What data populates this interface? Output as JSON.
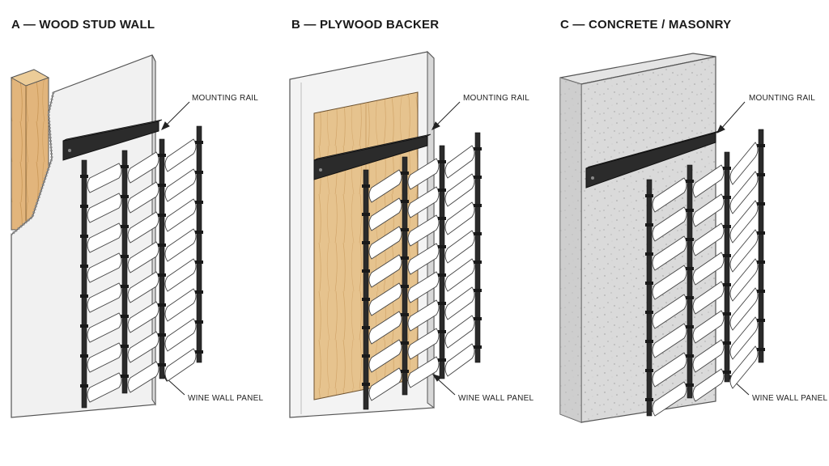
{
  "panels": [
    {
      "title": "A — WOOD STUD WALL",
      "rail_label": "MOUNTING RAIL",
      "panel_label": "WINE WALL PANEL",
      "wall_type": "wood-stud"
    },
    {
      "title": "B — PLYWOOD BACKER",
      "rail_label": "MOUNTING RAIL",
      "panel_label": "WINE WALL PANEL",
      "wall_type": "plywood"
    },
    {
      "title": "C — CONCRETE / MASONRY",
      "rail_label": "MOUNTING RAIL",
      "panel_label": "WINE WALL PANEL",
      "wall_type": "concrete"
    }
  ],
  "colors": {
    "drywall": "#f1f1f1",
    "stud": "#e2b57c",
    "plywood": "#e6c38e",
    "concrete": "#d9d9d9",
    "metal": "#2b2b2b",
    "bottle": "#ffffff"
  }
}
